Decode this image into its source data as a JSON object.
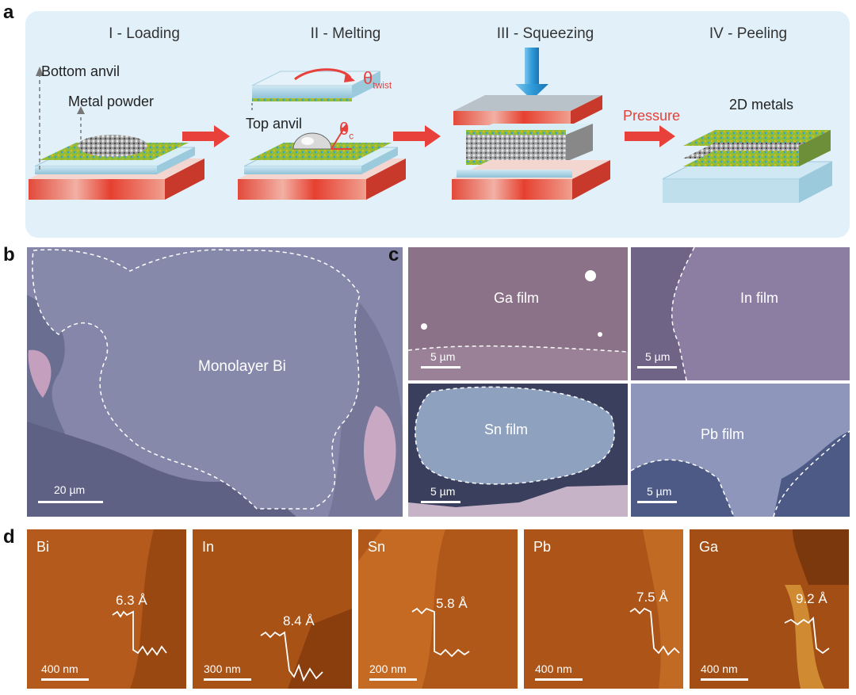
{
  "panel_labels": {
    "a": "a",
    "b": "b",
    "c": "c",
    "d": "d"
  },
  "stages": [
    {
      "title": "I - Loading"
    },
    {
      "title": "II - Melting"
    },
    {
      "title": "III - Squeezing"
    },
    {
      "title": "IV - Peeling"
    }
  ],
  "annotations": {
    "bottom_anvil": "Bottom anvil",
    "metal_powder": "Metal powder",
    "theta": "θ",
    "twist": "twist",
    "c_sub": "c",
    "top_anvil": "Top anvil",
    "pressure": "Pressure",
    "metals_2d": "2D metals"
  },
  "panel_b": {
    "label": "Monolayer Bi",
    "scale": "20 µm"
  },
  "panel_c": [
    {
      "label": "Ga film",
      "scale": "5 µm"
    },
    {
      "label": "In film",
      "scale": "5 µm"
    },
    {
      "label": "Sn film",
      "scale": "5 µm"
    },
    {
      "label": "Pb film",
      "scale": "5 µm"
    }
  ],
  "panel_d": [
    {
      "element": "Bi",
      "height": "6.3 Å",
      "scale": "400 nm"
    },
    {
      "element": "In",
      "height": "8.4 Å",
      "scale": "300 nm"
    },
    {
      "element": "Sn",
      "height": "5.8 Å",
      "scale": "200 nm"
    },
    {
      "element": "Pb",
      "height": "7.5 Å",
      "scale": "400 nm"
    },
    {
      "element": "Ga",
      "height": "9.2 Å",
      "scale": "400 nm"
    }
  ],
  "colors": {
    "panel_bg": "#e2f0f9",
    "accent_red": "#e8403a",
    "press_blue": "#2f9bd8",
    "afm_base": "#b35a1c"
  }
}
